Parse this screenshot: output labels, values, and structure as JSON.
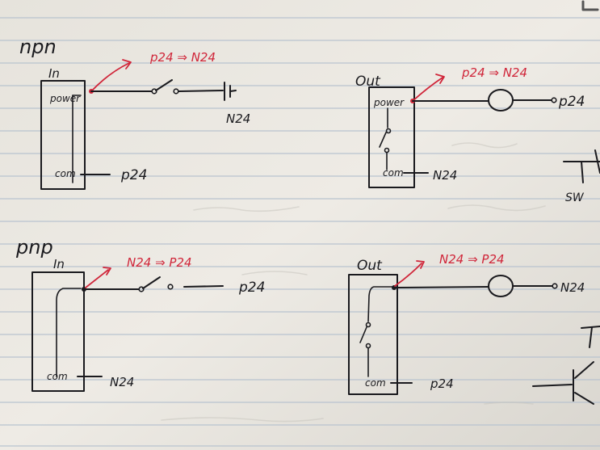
{
  "sections": {
    "npn_title": "npn",
    "pnp_title": "pnp"
  },
  "npn_in": {
    "label": "In",
    "power": "power",
    "com": "com",
    "arrow_note": "p24 ⇒ N24",
    "wire_end": "N24",
    "com_wire": "p24"
  },
  "npn_out": {
    "label": "Out",
    "power": "power",
    "com": "com",
    "arrow_note": "p24 ⇒ N24",
    "wire_end": "p24",
    "com_wire": "N24"
  },
  "pnp_in": {
    "label": "In",
    "com": "com",
    "arrow_note": "N24 ⇒ P24",
    "wire_end": "p24",
    "com_wire": "N24"
  },
  "pnp_out": {
    "label": "Out",
    "com": "com",
    "arrow_note": "N24 ⇒ P24",
    "wire_end": "N24",
    "com_wire": "p24"
  },
  "side_label": "SW",
  "colors": {
    "ink": "#1a1a1e",
    "red_ink": "#d0263a",
    "paper": "#ece9e2",
    "rule_line": "#b9c3cf"
  }
}
